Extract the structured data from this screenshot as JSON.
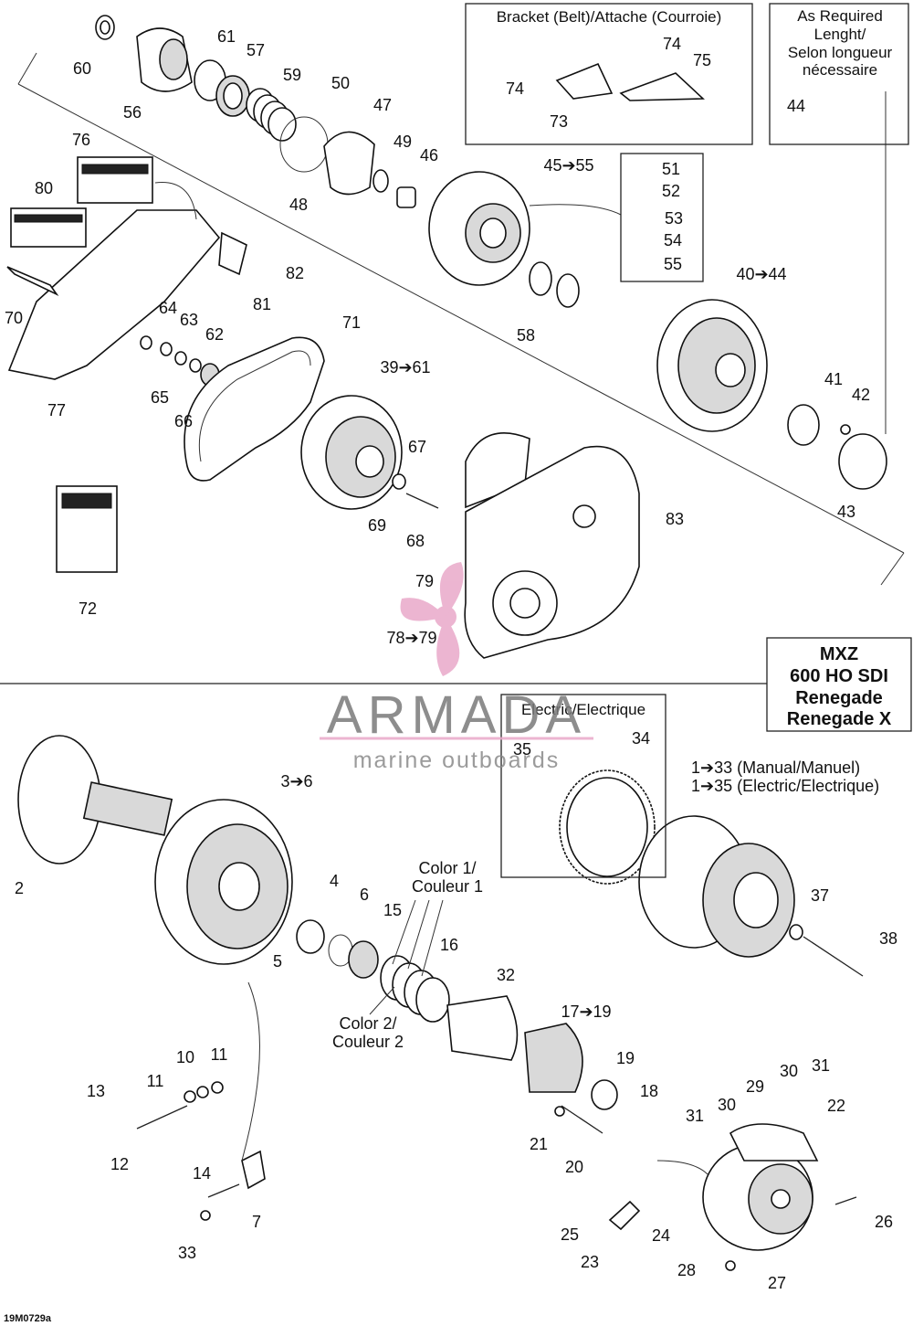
{
  "boxes": {
    "bracket_title": "Bracket (Belt)/Attache (Courroie)",
    "as_required_lines": [
      "As Required",
      "Lenght/",
      "Selon longueur",
      "nécessaire"
    ],
    "electric_title": "Electric/Electrique",
    "model_lines": [
      "MXZ",
      "600 HO SDI",
      "Renegade",
      "Renegade X"
    ]
  },
  "notes": {
    "manual": "1➔33 (Manual/Manuel)",
    "electric": "1➔35 (Electric/Electrique)",
    "color1": [
      "Color 1/",
      "Couleur 1"
    ],
    "color2": [
      "Color 2/",
      "Couleur 2"
    ]
  },
  "watermark": {
    "brand": "ARMADA",
    "tagline": "marine outboards"
  },
  "figure_code": "19M0729a",
  "callouts": [
    "60",
    "61",
    "57",
    "59",
    "50",
    "56",
    "47",
    "49",
    "46",
    "48",
    "76",
    "80",
    "70",
    "82",
    "81",
    "64",
    "63",
    "62",
    "65",
    "66",
    "77",
    "71",
    "39➔61",
    "67",
    "69",
    "68",
    "72",
    "79",
    "78➔79",
    "83",
    "45➔55",
    "51",
    "52",
    "53",
    "54",
    "55",
    "58",
    "40➔44",
    "41",
    "42",
    "43",
    "44",
    "74",
    "74",
    "75",
    "73",
    "2",
    "3➔6",
    "4",
    "6",
    "15",
    "5",
    "16",
    "32",
    "17➔19",
    "19",
    "18",
    "21",
    "20",
    "10",
    "11",
    "11",
    "13",
    "12",
    "14",
    "7",
    "33",
    "34",
    "35",
    "37",
    "38",
    "22",
    "29",
    "30",
    "31",
    "30",
    "31",
    "25",
    "24",
    "23",
    "26",
    "28",
    "27"
  ]
}
